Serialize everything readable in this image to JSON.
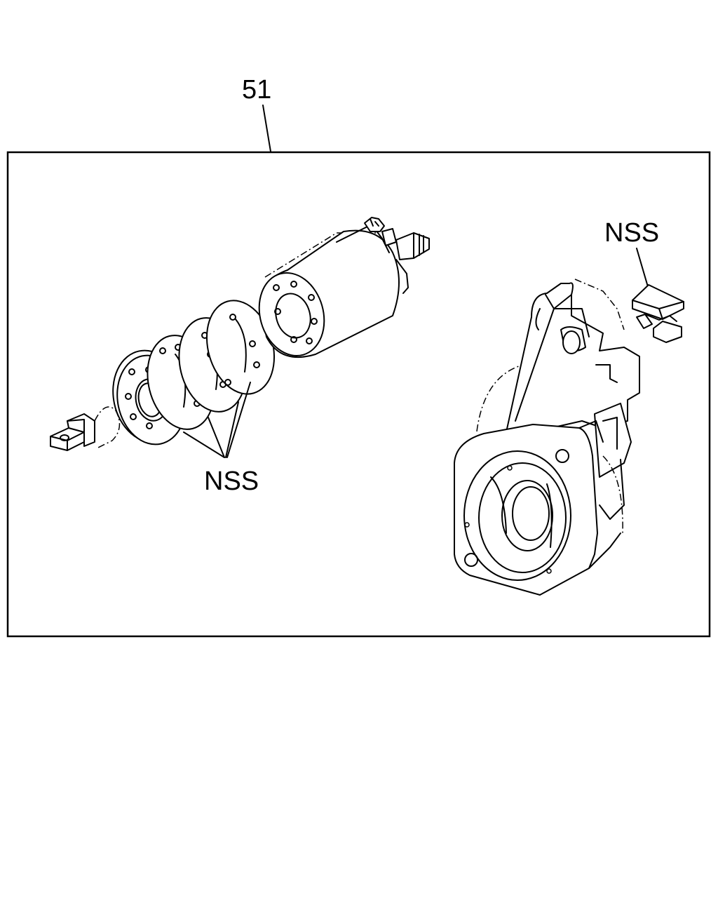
{
  "callout": {
    "number": "51"
  },
  "labels": {
    "nss_top_right": "NSS",
    "nss_bottom_left": "NSS"
  },
  "colors": {
    "line": "#000000",
    "background": "#ffffff"
  }
}
